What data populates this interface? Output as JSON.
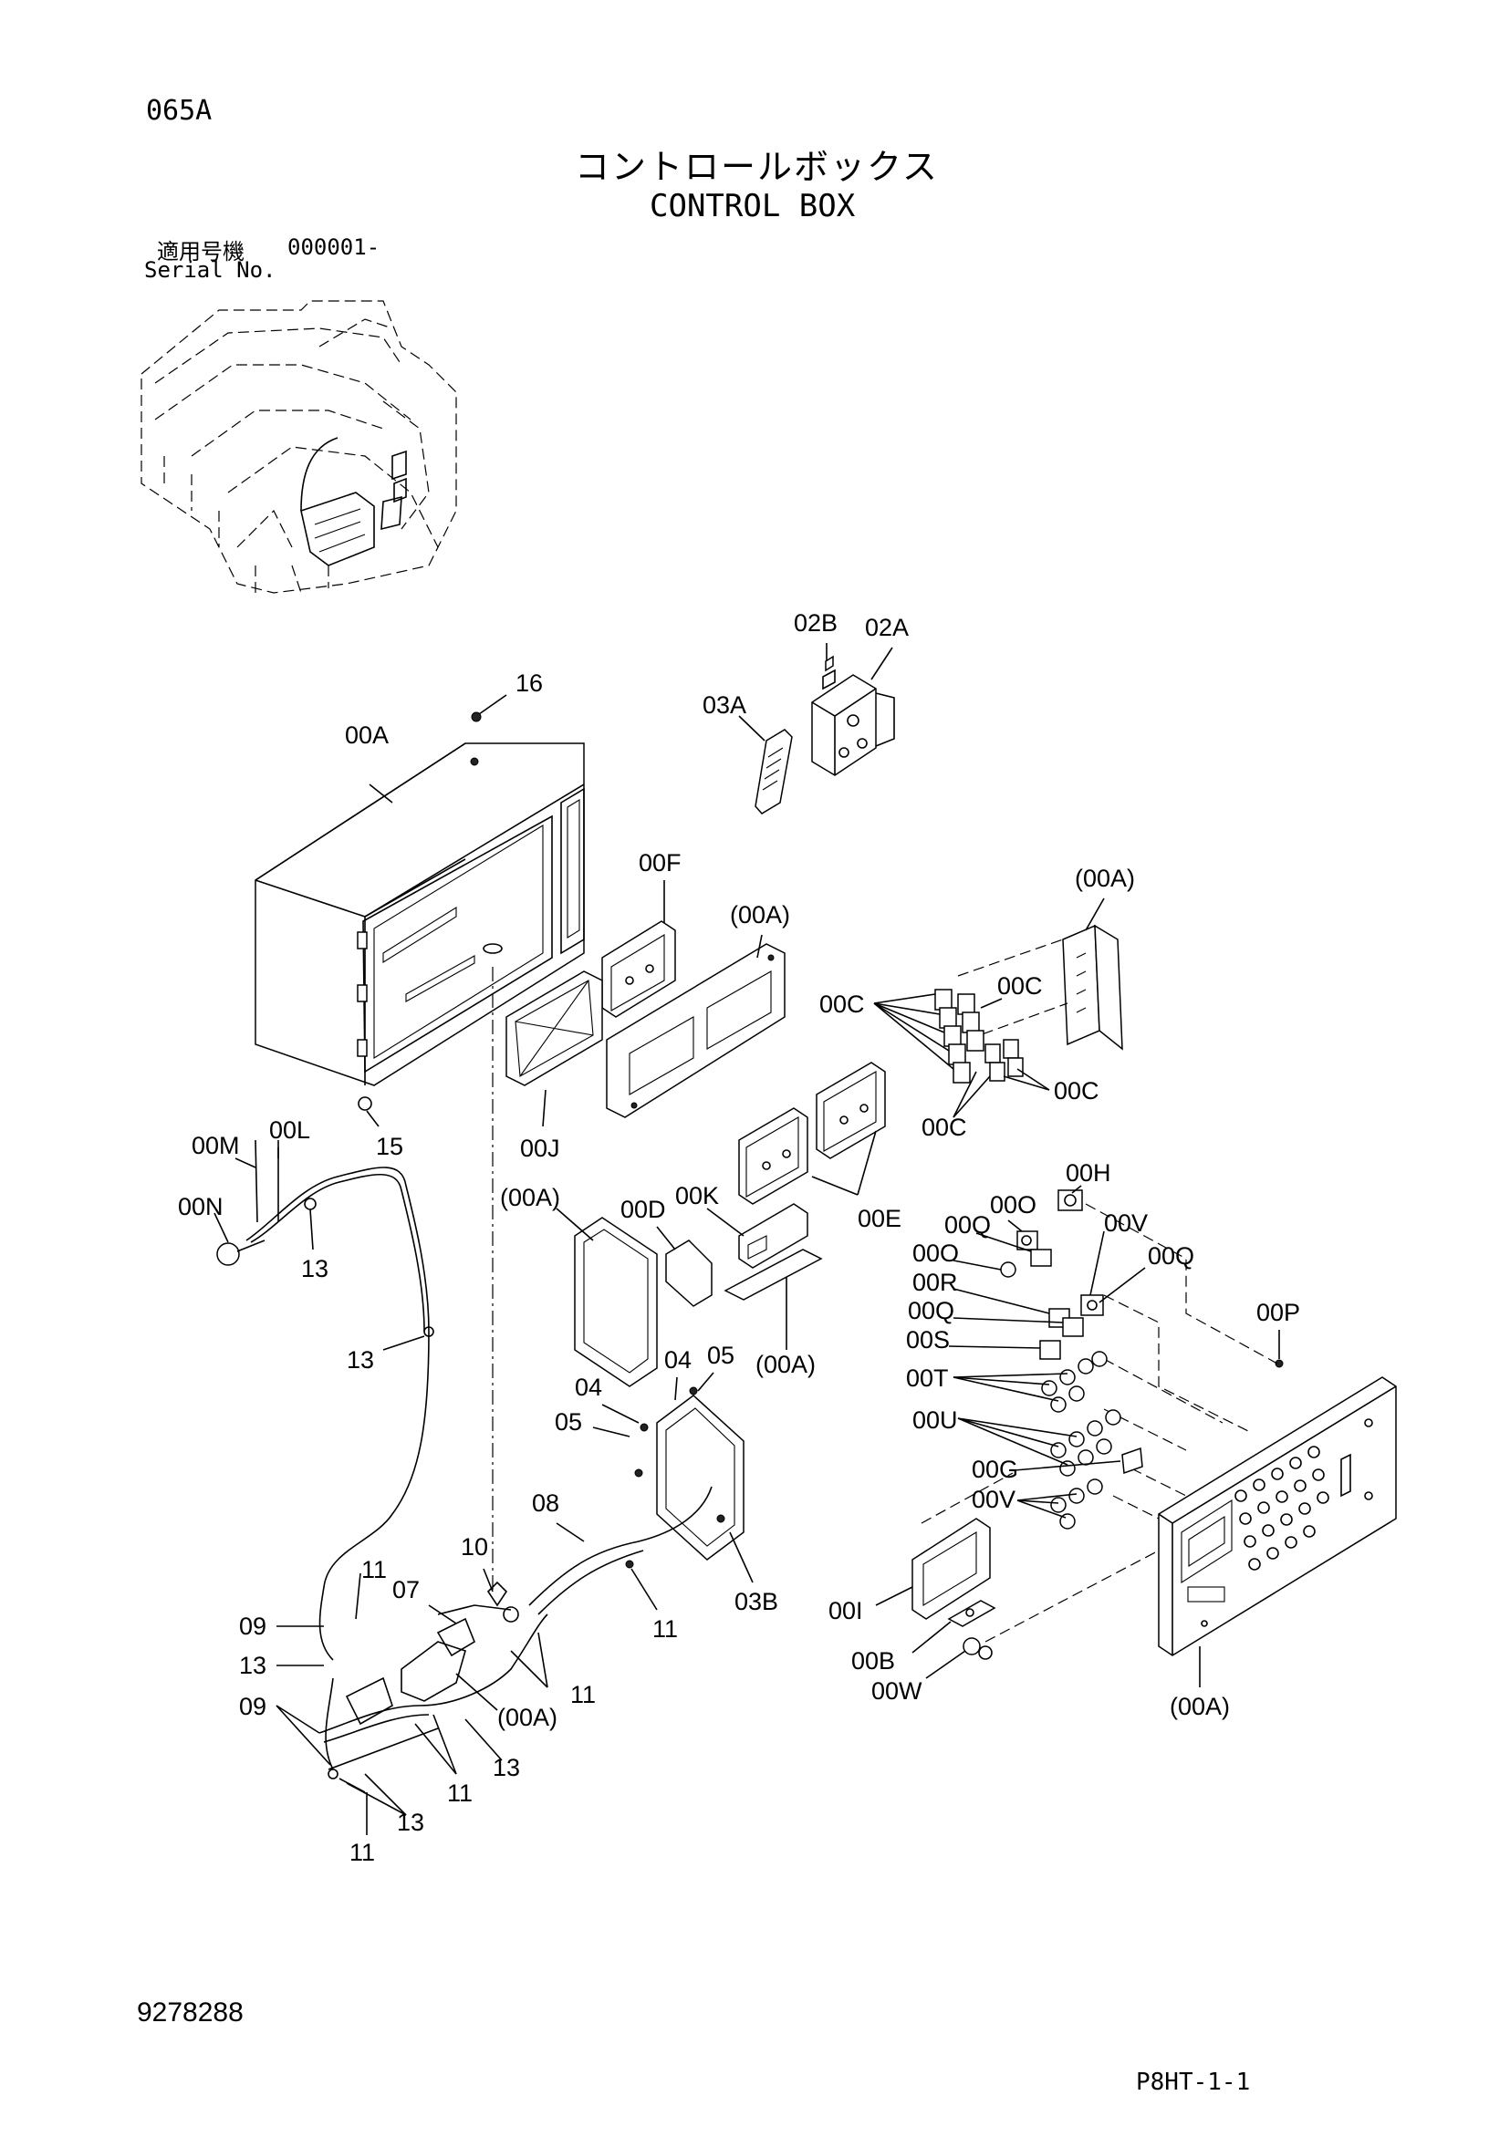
{
  "header": {
    "page_code": "065A",
    "title_jp": "コントロールボックス",
    "title_en": "CONTROL BOX",
    "serial_label_jp": "適用号機",
    "serial_value": "000001-",
    "serial_label_en": "Serial No."
  },
  "footer": {
    "document_number": "9278288",
    "page_ref": "P8HT-1-1"
  },
  "callouts": {
    "c16": "16",
    "c00A_box": "00A",
    "c02B": "02B",
    "c02A": "02A",
    "c03A": "03A",
    "c00F": "00F",
    "c00A_frame": "(00A)",
    "c00A_relay": "(00A)",
    "c00C_a": "00C",
    "c00C_b": "00C",
    "c00C_c": "00C",
    "c00C_d": "00C",
    "c00J": "00J",
    "c15": "15",
    "c00E": "00E",
    "c00M": "00M",
    "c00L": "00L",
    "c00N": "00N",
    "c13_a": "13",
    "c00A_cover": "(00A)",
    "c00D": "00D",
    "c00K": "00K",
    "c00A_tray": "(00A)",
    "c13_b": "13",
    "c04_a": "04",
    "c05_a": "05",
    "c04_b": "04",
    "c05_b": "05",
    "c08": "08",
    "c10": "10",
    "c11_a": "11",
    "c03B": "03B",
    "c11_b": "11",
    "c09_a": "09",
    "c07": "07",
    "c13_c": "13",
    "c11_c": "11",
    "c09_b": "09",
    "c00A_harness": "(00A)",
    "c13_d": "13",
    "c11_d": "11",
    "c13_e": "13",
    "c11_e": "11",
    "c00H": "00H",
    "c00O_a": "00O",
    "c00Q_a": "00Q",
    "c00V_a": "00V",
    "c00O_b": "00O",
    "c00Q_b": "00Q",
    "c00R": "00R",
    "c00Q_c": "00Q",
    "c00P": "00P",
    "c00S": "00S",
    "c00T": "00T",
    "c00U": "00U",
    "c00G": "00G",
    "c00V_b": "00V",
    "c00I": "00I",
    "c00B": "00B",
    "c00W": "00W",
    "c00A_panel": "(00A)"
  }
}
